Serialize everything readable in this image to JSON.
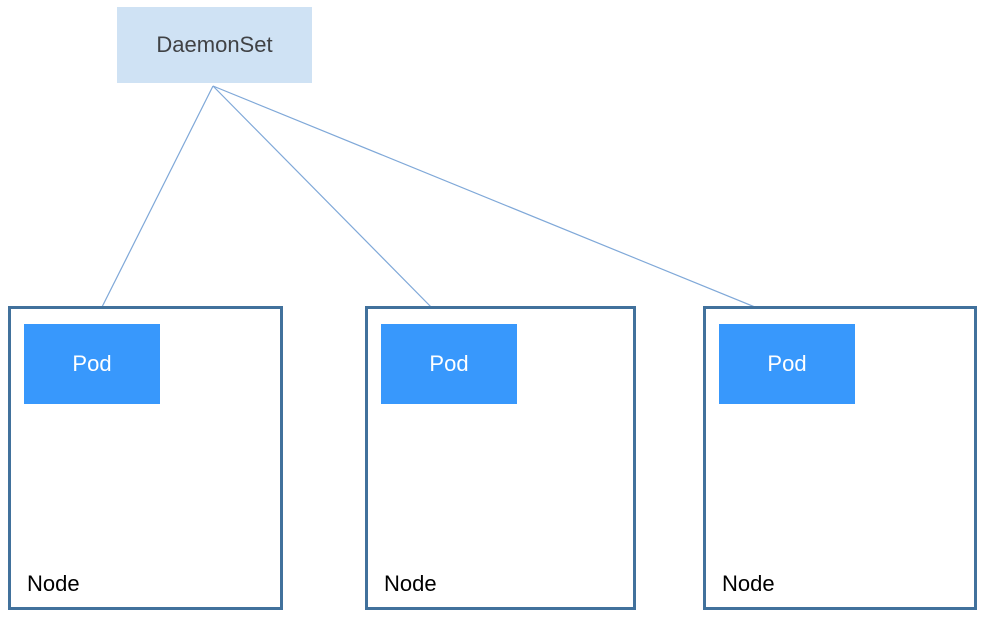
{
  "diagram": {
    "daemonset": {
      "label": "DaemonSet"
    },
    "nodes": [
      {
        "label": "Node",
        "pod": {
          "label": "Pod"
        }
      },
      {
        "label": "Node",
        "pod": {
          "label": "Pod"
        }
      },
      {
        "label": "Node",
        "pod": {
          "label": "Pod"
        }
      }
    ],
    "arrows": [
      {
        "from": "DaemonSet",
        "to": "Pod on Node 1"
      },
      {
        "from": "DaemonSet",
        "to": "Pod on Node 2"
      },
      {
        "from": "DaemonSet",
        "to": "Pod on Node 3"
      }
    ],
    "colors": {
      "daemonset_fill": "#cfe2f4",
      "daemonset_text": "#404245",
      "pod_fill": "#3898fc",
      "pod_text": "#ffffff",
      "node_border": "#41719c",
      "node_text": "#000000",
      "arrow_line": "#7fa8d8",
      "arrow_head": "#6f9ed6",
      "background": "#ffffff"
    }
  }
}
